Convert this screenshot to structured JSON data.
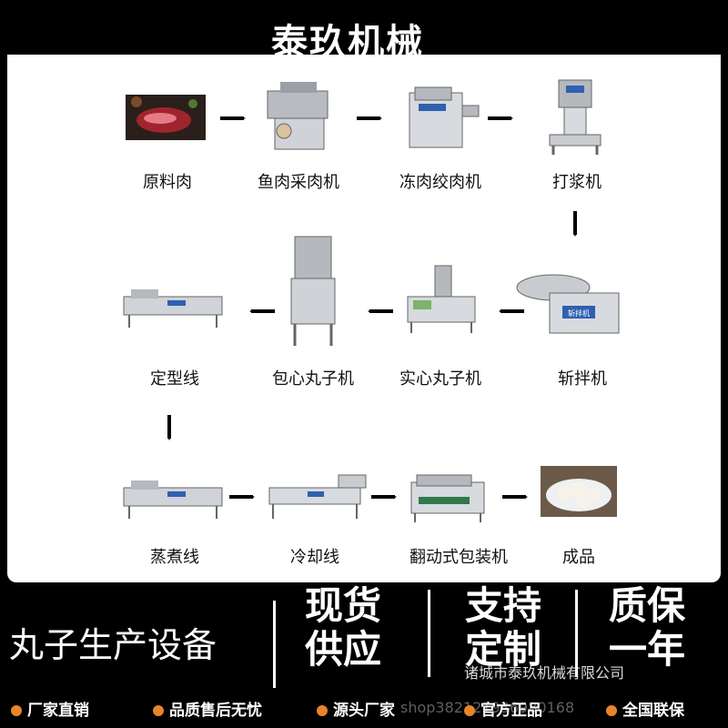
{
  "header": {
    "title": "泰玖机械"
  },
  "flow": {
    "row1": [
      {
        "label": "原料肉",
        "icon": "raw-meat-photo"
      },
      {
        "label": "鱼肉采肉机",
        "icon": "fish-meat-extractor-machine"
      },
      {
        "label": "冻肉绞肉机",
        "icon": "frozen-meat-grinder-machine"
      },
      {
        "label": "打浆机",
        "icon": "beater-machine"
      }
    ],
    "row2": [
      {
        "label": "定型线",
        "icon": "shaping-line-machine"
      },
      {
        "label": "包心丸子机",
        "icon": "stuffed-meatball-machine"
      },
      {
        "label": "实心丸子机",
        "icon": "solid-meatball-machine"
      },
      {
        "label": "斩拌机",
        "icon": "bowl-chopper-machine"
      }
    ],
    "row3": [
      {
        "label": "蒸煮线",
        "icon": "cooking-line-machine"
      },
      {
        "label": "冷却线",
        "icon": "cooling-line-machine"
      },
      {
        "label": "翻动式包装机",
        "icon": "vacuum-packing-machine"
      },
      {
        "label": "成品",
        "icon": "finished-meatballs-photo"
      }
    ],
    "chopper_badge": "斩拌机"
  },
  "bottom": {
    "slogan": "丸子生产设备",
    "block1": [
      "现货",
      "供应"
    ],
    "block2": [
      "支持",
      "定制"
    ],
    "block3": [
      "质保",
      "一年"
    ],
    "company": "诸城市泰玖机械有限公司",
    "watermark": "shop382121936980168",
    "strip": [
      "厂家直销",
      "品质售后无忧",
      "源头厂家",
      "官方正品",
      "全国联保"
    ]
  },
  "colors": {
    "accent": "#e8852a",
    "background": "#000000",
    "panel": "#ffffff"
  }
}
